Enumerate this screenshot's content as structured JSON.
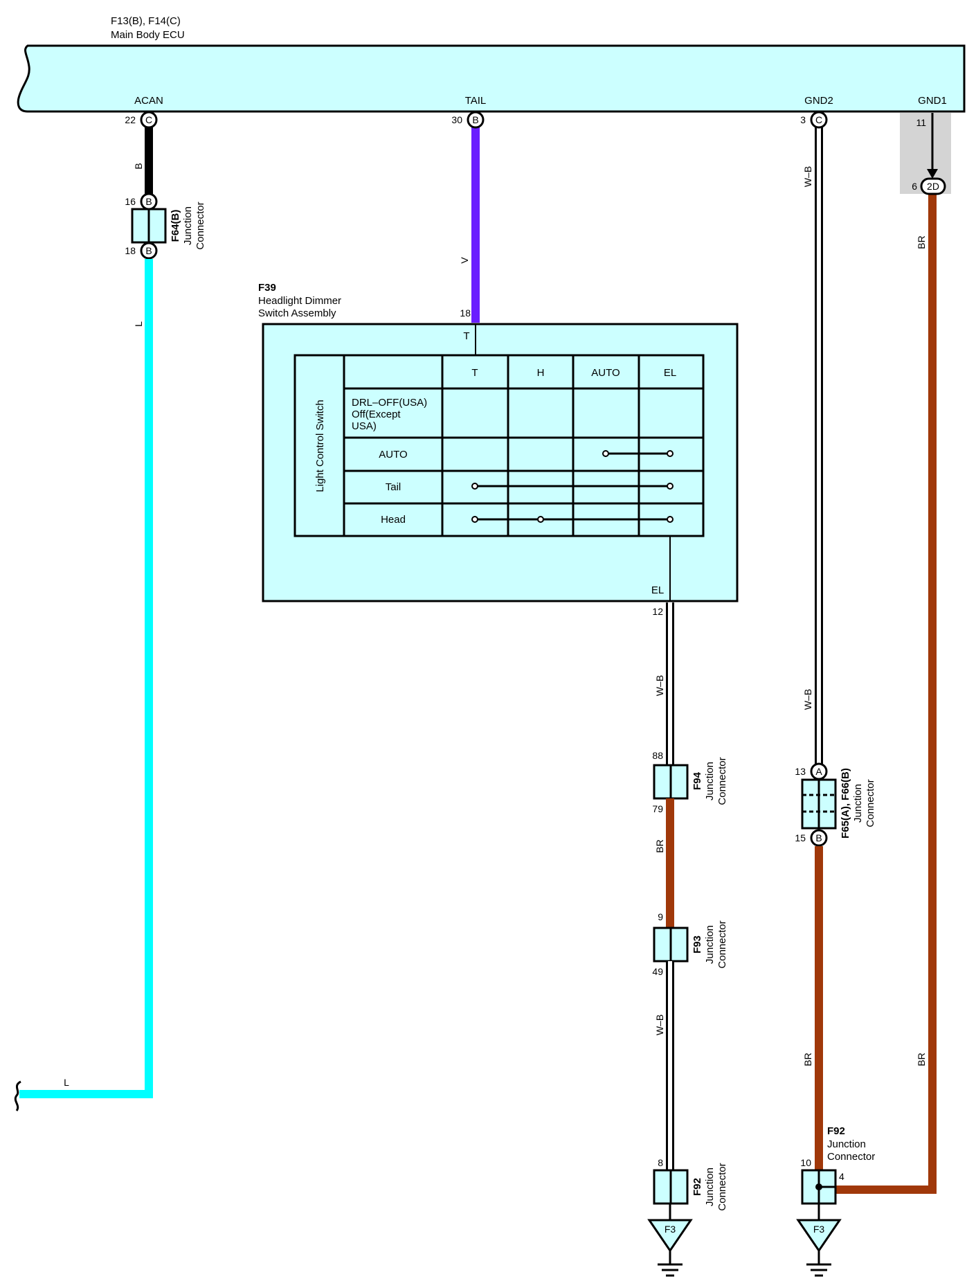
{
  "ecu": {
    "code": "F13(B), F14(C)",
    "name": "Main Body ECU",
    "terminals": {
      "acan": {
        "label": "ACAN",
        "pin": "22",
        "conn": "C"
      },
      "tail": {
        "label": "TAIL",
        "pin": "30",
        "conn": "B"
      },
      "gnd2": {
        "label": "GND2",
        "pin": "3",
        "conn": "C"
      },
      "gnd1": {
        "label": "GND1",
        "pin": "11"
      }
    }
  },
  "junction_f64": {
    "code": "F64(B)",
    "name1": "Junction",
    "name2": "Connector",
    "pin_top": "16",
    "pin_bottom": "18",
    "conn": "B"
  },
  "switch": {
    "code": "F39",
    "name1": "Headlight Dimmer",
    "name2": "Switch Assembly",
    "in_pin": "18",
    "in_term": "T",
    "out_pin": "12",
    "out_term": "EL",
    "table_title": "Light Control Switch",
    "columns": [
      "T",
      "H",
      "AUTO",
      "EL"
    ],
    "rows": [
      {
        "label_lines": [
          "DRL–OFF(USA)",
          "Off(Except",
          "USA)"
        ]
      },
      {
        "label_lines": [
          "AUTO"
        ]
      },
      {
        "label_lines": [
          "Tail"
        ]
      },
      {
        "label_lines": [
          "Head"
        ]
      }
    ]
  },
  "wires": {
    "acan_upper": "B",
    "acan_lower": "L",
    "acan_horizontal": "L",
    "tail": "V",
    "el_upper": "W–B",
    "el_mid": "BR",
    "el_lower": "W–B",
    "gnd2_upper1": "W–B",
    "gnd2_upper2": "W–B",
    "gnd2_lower": "BR",
    "gnd1_upper": "BR",
    "gnd1_lower": "BR"
  },
  "gnd1_splice": {
    "pin": "6",
    "code": "2D"
  },
  "junction_f94": {
    "code": "F94",
    "name1": "Junction",
    "name2": "Connector",
    "pin_top": "88",
    "pin_bottom": "79"
  },
  "junction_f93": {
    "code": "F93",
    "name1": "Junction",
    "name2": "Connector",
    "pin_top": "9",
    "pin_bottom": "49"
  },
  "junction_f92_left": {
    "code": "F92",
    "name1": "Junction",
    "name2": "Connector",
    "pin_top": "8"
  },
  "junction_f65": {
    "code": "F65(A), F66(B)",
    "name1": "Junction",
    "name2": "Connector",
    "pin_top": "13",
    "conn_top": "A",
    "pin_bottom": "15",
    "conn_bottom": "B"
  },
  "junction_f92_right": {
    "code": "F92",
    "name1": "Junction",
    "name2": "Connector",
    "pin_left": "10",
    "pin_right": "4"
  },
  "grounds": {
    "left": "F3",
    "right": "F3"
  },
  "colors": {
    "body_fill": "#ccffff",
    "wire_black": "#000000",
    "wire_blue": "#00ffff",
    "wire_violet": "#6a1fff",
    "wire_brown": "#a0380a",
    "shield_gray": "#d4d4d4"
  }
}
